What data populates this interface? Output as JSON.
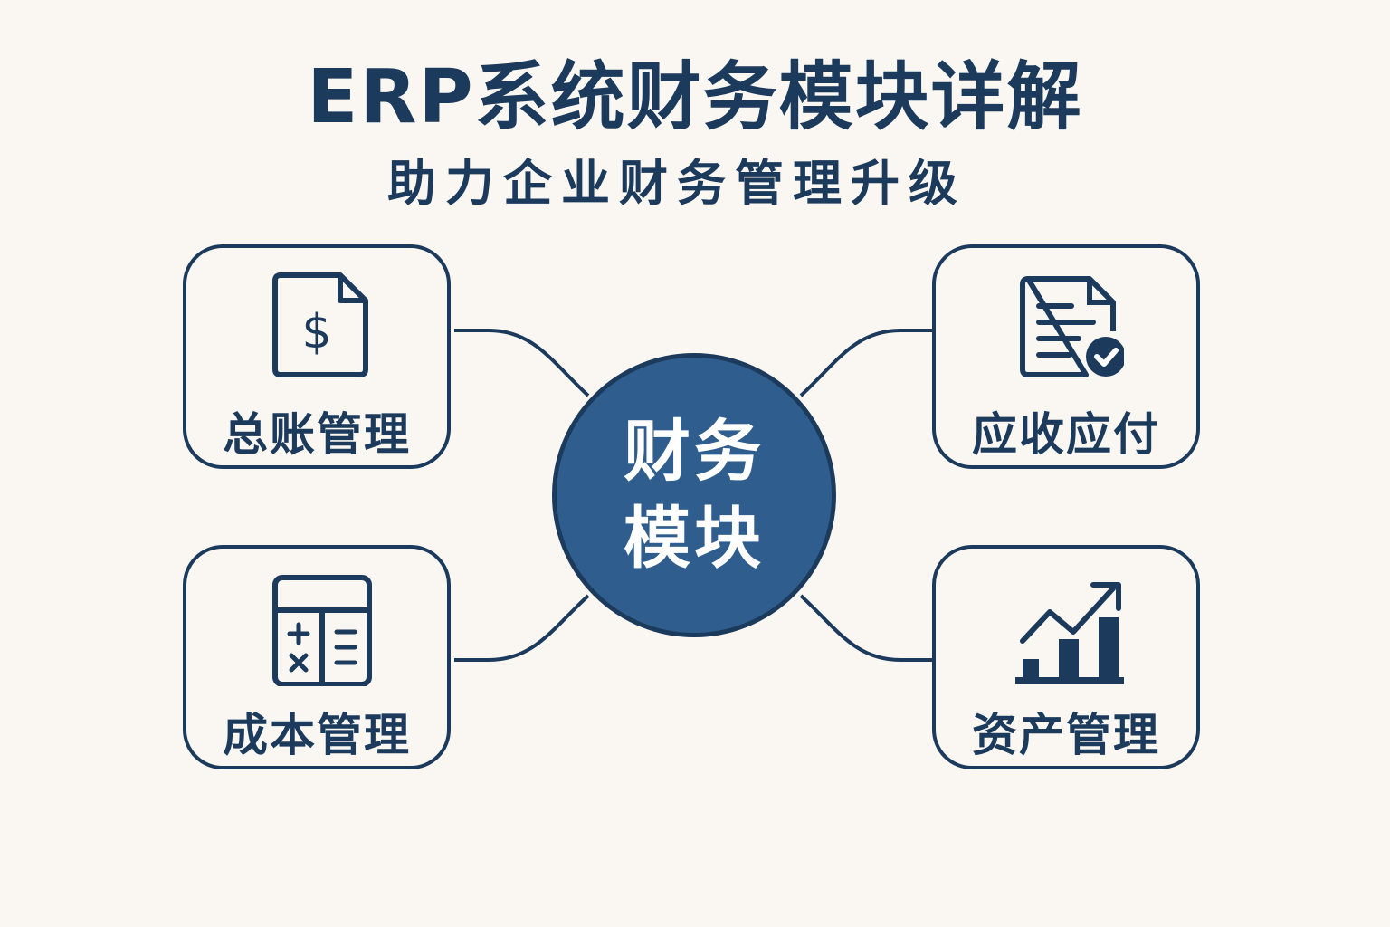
{
  "header": {
    "title": "ERP系统财务模块详解",
    "subtitle": "助力企业财务管理升级"
  },
  "center": {
    "label": "财务模块"
  },
  "modules": [
    {
      "label": "总账管理",
      "icon": "dollar-document-icon"
    },
    {
      "label": "应收应付",
      "icon": "document-check-icon"
    },
    {
      "label": "成本管理",
      "icon": "calculator-icon"
    },
    {
      "label": "资产管理",
      "icon": "growth-chart-icon"
    }
  ],
  "colors": {
    "primary": "#1b3a5c",
    "center_fill": "#2f5e8e",
    "background": "#faf7f2"
  }
}
